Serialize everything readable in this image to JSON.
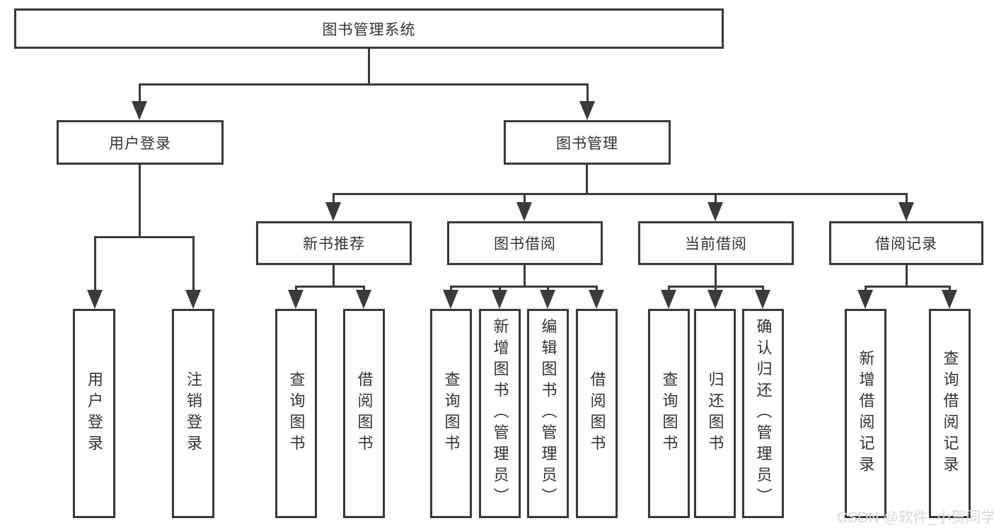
{
  "diagram": {
    "title": "图书管理系统",
    "line_color": "#3a3a3a",
    "text_color": "#333333",
    "root": {
      "label": "图书管理系统"
    },
    "level1": [
      {
        "label": "用户登录"
      },
      {
        "label": "图书管理"
      }
    ],
    "user_login_children": [
      {
        "label": "用户登录"
      },
      {
        "label": "注销登录"
      }
    ],
    "mgmt_sections": [
      {
        "label": "新书推荐",
        "children": [
          {
            "label": "查询图书"
          },
          {
            "label": "借阅图书"
          }
        ]
      },
      {
        "label": "图书借阅",
        "children": [
          {
            "label": "查询图书"
          },
          {
            "label": "新增图书（管理员）"
          },
          {
            "label": "编辑图书（管理员）"
          },
          {
            "label": "借阅图书"
          }
        ]
      },
      {
        "label": "当前借阅",
        "children": [
          {
            "label": "查询图书"
          },
          {
            "label": "归还图书"
          },
          {
            "label": "确认归还（管理员）"
          }
        ]
      },
      {
        "label": "借阅记录",
        "children": [
          {
            "label": "新增借阅记录"
          },
          {
            "label": "查询借阅记录"
          }
        ]
      }
    ]
  },
  "watermark": {
    "text": "CSDN @软件_小贺同学"
  }
}
